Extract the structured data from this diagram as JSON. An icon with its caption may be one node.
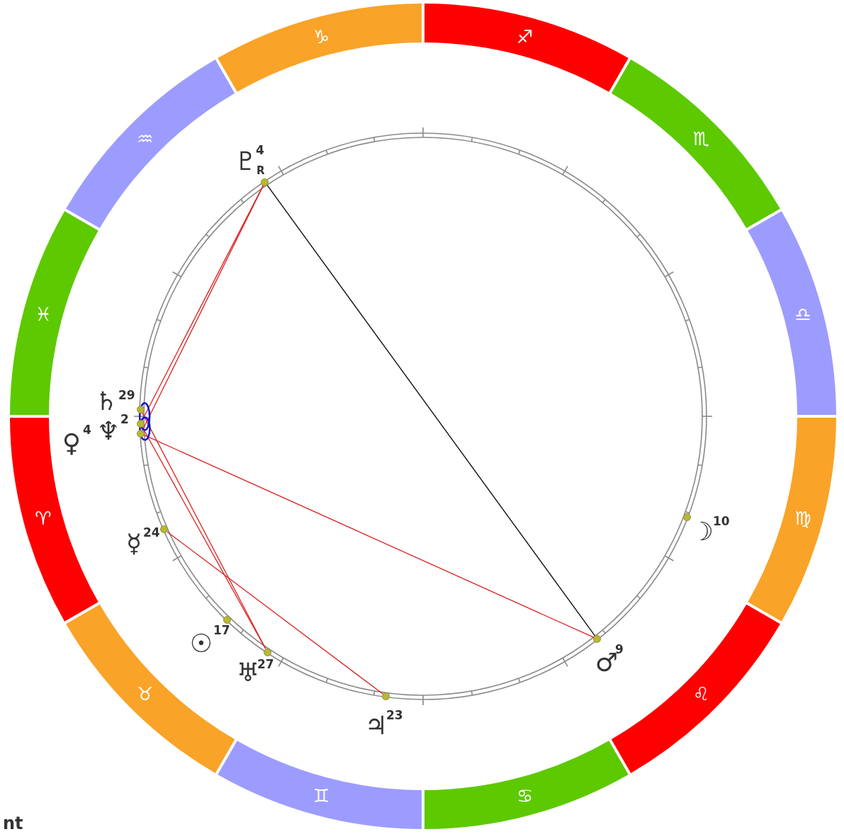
{
  "diagram": {
    "nodes": [
      {
        "text": [
          "♈"
        ]
      },
      {
        "text": [
          "♉"
        ]
      },
      {
        "text": [
          "♊"
        ]
      },
      {
        "text": [
          "♋"
        ]
      },
      {
        "text": [
          "♌"
        ]
      },
      {
        "text": [
          "♍"
        ]
      },
      {
        "text": [
          "♎"
        ]
      },
      {
        "text": [
          "♏"
        ]
      },
      {
        "text": [
          "♐"
        ]
      },
      {
        "text": [
          "♑"
        ]
      },
      {
        "text": [
          "♒"
        ]
      },
      {
        "text": [
          "♓"
        ]
      },
      {
        "text": [],
        "shape": "circle",
        "beside": [
          "♇",
          "4",
          "R"
        ]
      },
      {
        "text": [],
        "shape": "circle",
        "beside": [
          "♄",
          "29"
        ]
      },
      {
        "text": [],
        "shape": "circle",
        "beside": [
          "♆",
          "2"
        ]
      },
      {
        "text": [],
        "shape": "circle",
        "beside": [
          "♀",
          "4"
        ]
      },
      {
        "text": [],
        "shape": "circle",
        "beside": [
          "☽",
          "10"
        ]
      },
      {
        "text": [],
        "shape": "circle",
        "beside": [
          "☿",
          "24"
        ]
      },
      {
        "text": [],
        "shape": "circle",
        "beside": [
          "☉",
          "17"
        ]
      },
      {
        "text": [],
        "shape": "circle",
        "beside": [
          "♂",
          "9"
        ]
      },
      {
        "text": [],
        "shape": "circle",
        "beside": [
          "♅",
          "27"
        ]
      },
      {
        "text": [],
        "shape": "circle",
        "beside": [
          "♃",
          "23"
        ]
      }
    ],
    "edges": [
      {
        "from": 12,
        "to": 14,
        "arrow": "none"
      },
      {
        "from": 12,
        "to": 15,
        "arrow": "none"
      },
      {
        "from": 12,
        "to": 19,
        "arrow": "none",
        "color": "#000000"
      },
      {
        "from": 15,
        "to": 19,
        "arrow": "none"
      },
      {
        "from": 13,
        "to": 20,
        "arrow": "none"
      },
      {
        "from": 14,
        "to": 20,
        "arrow": "none"
      },
      {
        "from": 17,
        "to": 21,
        "arrow": "none"
      }
    ],
    "labels": [
      "nt"
    ]
  }
}
